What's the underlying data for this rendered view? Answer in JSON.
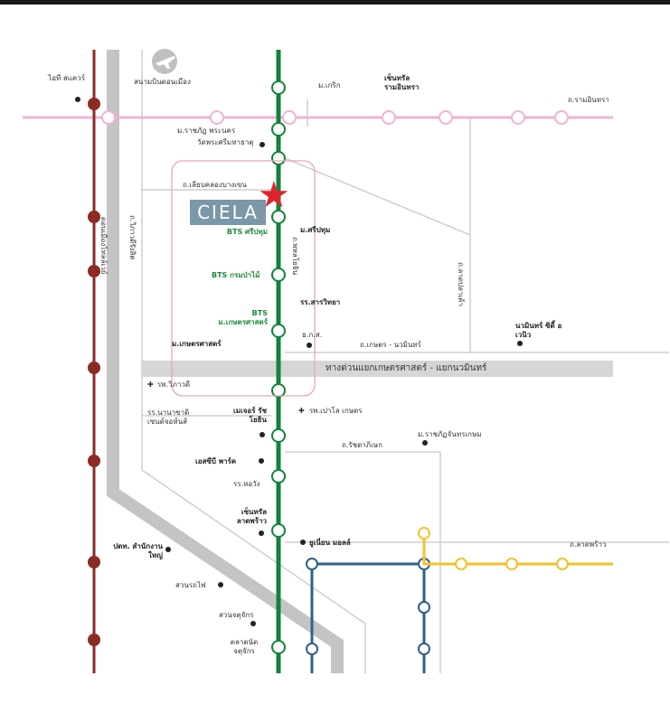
{
  "colors": {
    "bts_green": "#12833a",
    "airport_link_pink": "#eeb3d6",
    "yellow_line": "#f2c22c",
    "blue_line": "#2f6287",
    "srt_red": "#8c2a26",
    "expressway_gray": "#c4c4c4",
    "project_marker": "#e0242e",
    "project_box": "#7a98a8"
  },
  "icons": {
    "airport": "airplane-icon",
    "station": "bts-station-icon",
    "mrt": "mrt-station-icon",
    "school": "school-icon",
    "hospital": "hospital-cross-icon",
    "poi": "poi-dot-icon",
    "project": "project-star-icon"
  },
  "project": {
    "name": "CIELA"
  },
  "labels": {
    "don_muang_airport": "สนามบินดอนเมือง",
    "it_square": "ไอที สแควร์",
    "mor_krik": "ม.เกริก",
    "central_ramindra": "เซ็นทรัล รามอินทรา",
    "ramindra_rd": "ถ.รามอินทรา",
    "rajabhat_phranakhon": "ม.ราชภัฏ พระนคร",
    "wat_phra_sri": "วัดพระศรีมหาธาตุ",
    "bangkhen_canal_rd": "ถ.เลียบคลองบางเขน",
    "vibhavadi_rd": "ถ.วิภาวดีรังสิต",
    "don_muang_tollway": "ดอนเมืองโทลล์เวย์",
    "phahonyothin_rd": "ถ.พหลโยธิน",
    "bts_sripatum": "BTS ศรีปทุม",
    "sripatum_univ": "ม.ศรีปทุม",
    "bts_royal_forest": "BTS กรมป่าไม้",
    "sarawittaya": "รร.สารวิทยา",
    "bts_kasetsart": "BTS ม.เกษตรศาสตร์",
    "kaset_univ": "ม.เกษตรศาสตร์",
    "baac": "ธ.ก.ส.",
    "kaset_nawamin_rd": "ถ.เกษตร - นวมินทร์",
    "lat_pla_khao_rd": "ถ.ลาดปลาเค้า",
    "nawamin_city": "นวมินทร์ ซิตี้ อเวนิว",
    "expressway": "ทางด่วนแยกเกษตรศาสตร์ - แยกนวมินทร์",
    "vibhavadi_hosp": "รพ.วิภาวดี",
    "major_ratchayothin": "เมเจอร์ รัชโยธิน",
    "intl_school": "รร.นานาชาติ เซนต์จอห์นส์",
    "paolo_kaset_hosp": "รพ.เปาโล เกษตร",
    "rajabhat_chandrakasem": "ม.ราชภัฏจันทรเกษม",
    "ratchadaphisek_rd": "ถ.รัชดาภิเษก",
    "sc_park": "เอสซีบี พาร์ค",
    "horwang": "รร.หอวัง",
    "central_ladprao": "เซ็นทรัล ลาดพร้าว",
    "union_mall": "ยูเนี่ยน มอลล์",
    "ladprao_rd": "ถ.ลาดพร้าว",
    "ptt_hq": "ปตท. สำนักงานใหญ่",
    "rot_fai_park": "สวนรถไฟ",
    "chatuchak_park": "สวนจตุจักร",
    "chatuchak_market": "ตลาดนัด จตุจักร"
  }
}
